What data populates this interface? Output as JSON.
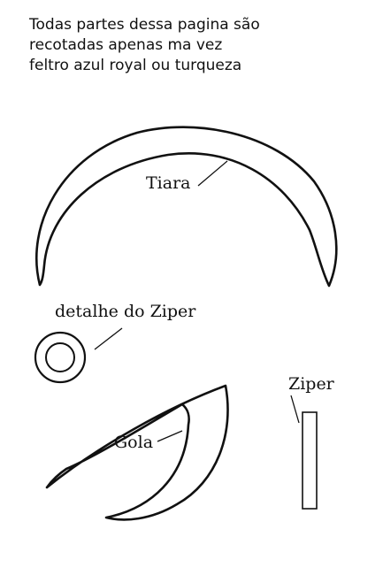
{
  "header": {
    "lines": [
      "Todas partes dessa pagina são",
      "recotadas apenas ma vez",
      "feltro azul royal ou turqueza"
    ]
  },
  "labels": {
    "tiara": "Tiara",
    "ziper_detail": "detalhe do Ziper",
    "gola": "Gola",
    "ziper": "Ziper"
  },
  "colors": {
    "ink": "#111111",
    "paper": "#ffffff"
  }
}
